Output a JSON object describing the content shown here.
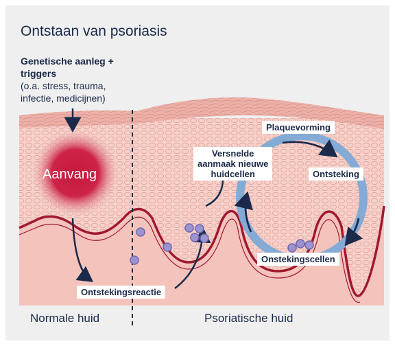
{
  "title": "Ontstaan van psoriasis",
  "cause": {
    "heading_line1": "Genetische aanleg +",
    "heading_line2": "triggers",
    "detail_line1": "(o.a. stress, trauma,",
    "detail_line2": "infectie, medicijnen)"
  },
  "labels": {
    "start": "Aanvang",
    "inflammatory_reaction": "Ontstekingsreactie",
    "accelerated_line1": "Versnelde",
    "accelerated_line2": "aanmaak nieuwe",
    "accelerated_line3": "huidcellen",
    "plaque": "Plaquevorming",
    "inflammation": "Ontsteking",
    "inflammatory_cells": "Onstekingscellen"
  },
  "sections": {
    "normal": "Normale huid",
    "psoriatic": "Psoriatische huid"
  },
  "colors": {
    "skin_surface": "#eaa7a0",
    "dermis": "#f3c3bc",
    "basement_line": "#a0182f",
    "start_spot": "#c8173c",
    "cycle_ring": "#84abd6",
    "arrow": "#1b2a4a",
    "immune_cell": "#9c94d0"
  }
}
